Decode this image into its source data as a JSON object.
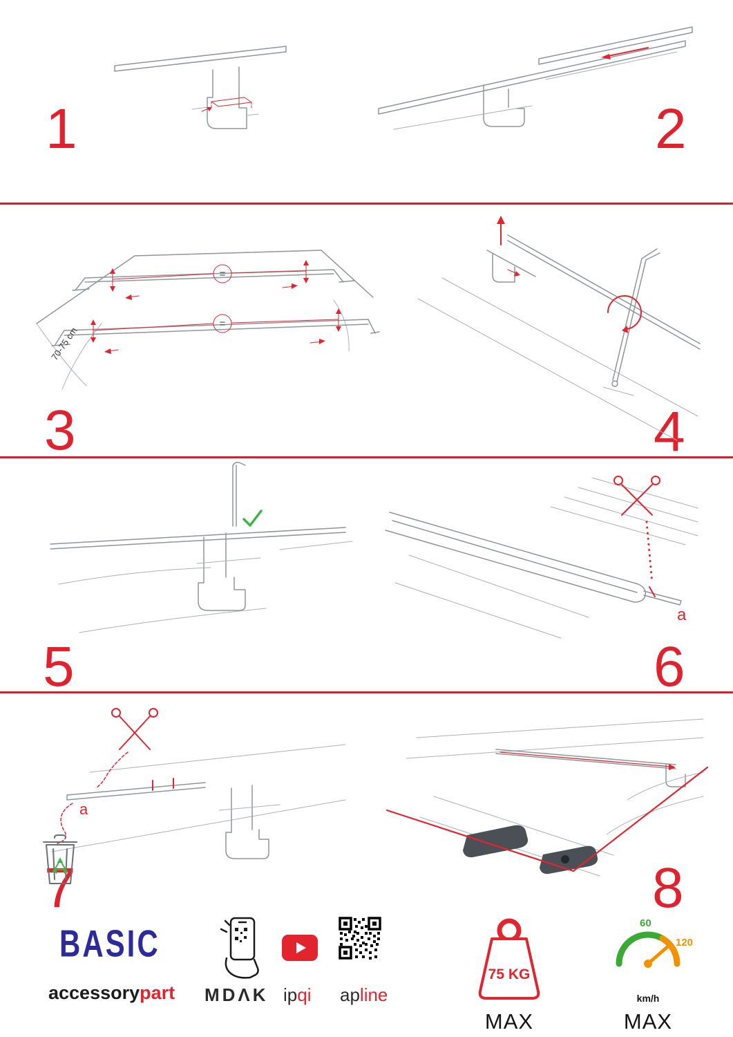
{
  "colors": {
    "red": "#e2242e",
    "blue": "#2d2a9e",
    "green": "#3cb54a",
    "orange": "#f39200"
  },
  "steps": [
    {
      "number": "1"
    },
    {
      "number": "2"
    },
    {
      "number": "3"
    },
    {
      "number": "4"
    },
    {
      "number": "5"
    },
    {
      "number": "6"
    },
    {
      "number": "7"
    },
    {
      "number": "8"
    }
  ],
  "annotations": {
    "measure": "70-75 cm",
    "equals": "=",
    "label_a": "a"
  },
  "footer": {
    "brand": "BASIC",
    "brand_sub_black": "accessory",
    "brand_sub_red": "part",
    "partner_1": "MDΛK",
    "partner_2_black": "ip",
    "partner_2_red": "qi",
    "partner_3_black": "ap",
    "partner_3_red": "line",
    "weight_value": "75 KG",
    "weight_max": "MAX",
    "speed_low": "60",
    "speed_high": "120",
    "speed_unit": "km/h",
    "speed_max": "MAX"
  }
}
